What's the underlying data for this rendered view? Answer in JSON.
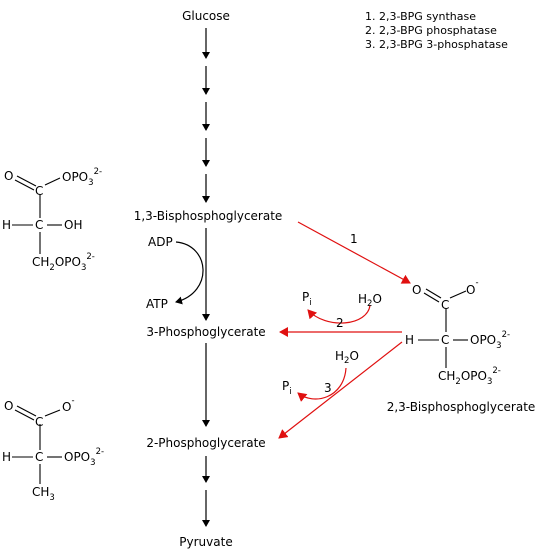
{
  "pathway": {
    "glucose": "Glucose",
    "bpg13": "1,3-Bisphosphoglycerate",
    "pg3": "3-Phosphoglycerate",
    "pg2": "2-Phosphoglycerate",
    "pyruvate": "Pyruvate",
    "bpg23": "2,3-Bisphosphoglycerate",
    "adp": "ADP",
    "atp": "ATP"
  },
  "enzymes": {
    "e1": "1. 2,3-BPG synthase",
    "e2": "2. 2,3-BPG phosphatase",
    "e3": "3. 2,3-BPG 3-phosphatase"
  },
  "reactions": {
    "step1": "1",
    "step2": "2",
    "step3": "3",
    "water": "H",
    "water_sub": "2",
    "water_o": "O",
    "pi_main": "P",
    "pi_sub": "i"
  },
  "atoms": {
    "O": "O",
    "C": "C",
    "H": "H",
    "OH": "OH",
    "OPO": "OPO",
    "three": "3",
    "charge2": "2-",
    "charge1": "-",
    "CH": "CH",
    "two": "2",
    "CH3": "CH",
    "OPO3": "OPO"
  },
  "colors": {
    "black": "#000000",
    "red": "#e01010"
  }
}
